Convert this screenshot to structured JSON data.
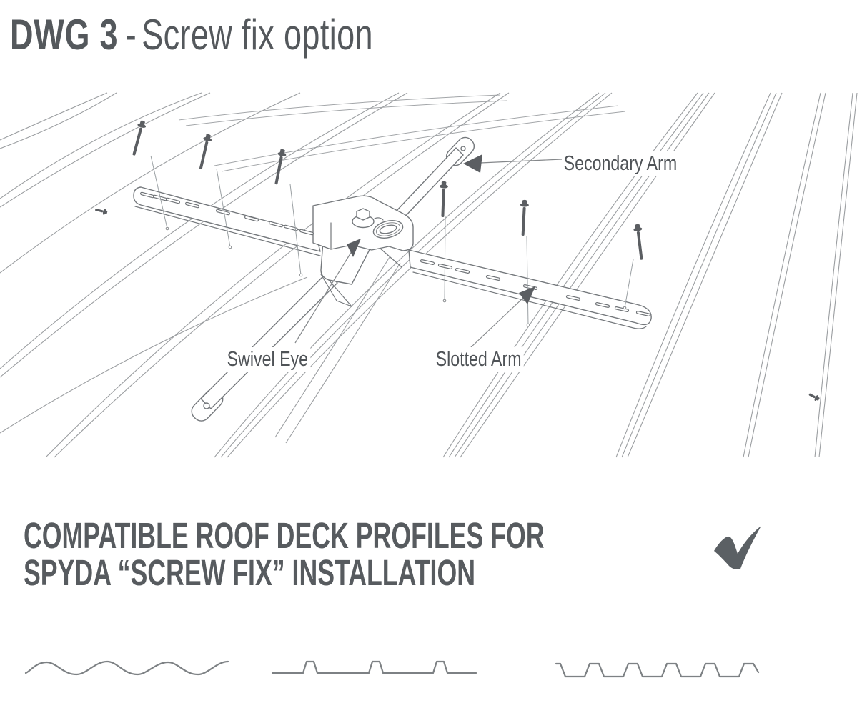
{
  "title": {
    "code": "DWG 3",
    "separator": "-",
    "subtitle": "Screw fix option"
  },
  "diagram": {
    "callouts": {
      "secondary_arm": "Secondary Arm",
      "swivel_eye": "Swivel Eye",
      "slotted_arm": "Slotted Arm"
    },
    "screw_count": 6
  },
  "section": {
    "heading_line1": "COMPATIBLE ROOF DECK PROFILES FOR",
    "heading_line2": "SPYDA “SCREW FIX” INSTALLATION"
  },
  "profiles": [
    {
      "name": "corrugated"
    },
    {
      "name": "trapezoidal-rib"
    },
    {
      "name": "square-rib"
    }
  ],
  "icons": {
    "checkmark": "check-icon"
  },
  "colors": {
    "text": "#54585c",
    "line_art": "#74787c",
    "roof_lines": "#9b9ea1",
    "dark_accent": "#5b5e62",
    "background": "#ffffff"
  }
}
